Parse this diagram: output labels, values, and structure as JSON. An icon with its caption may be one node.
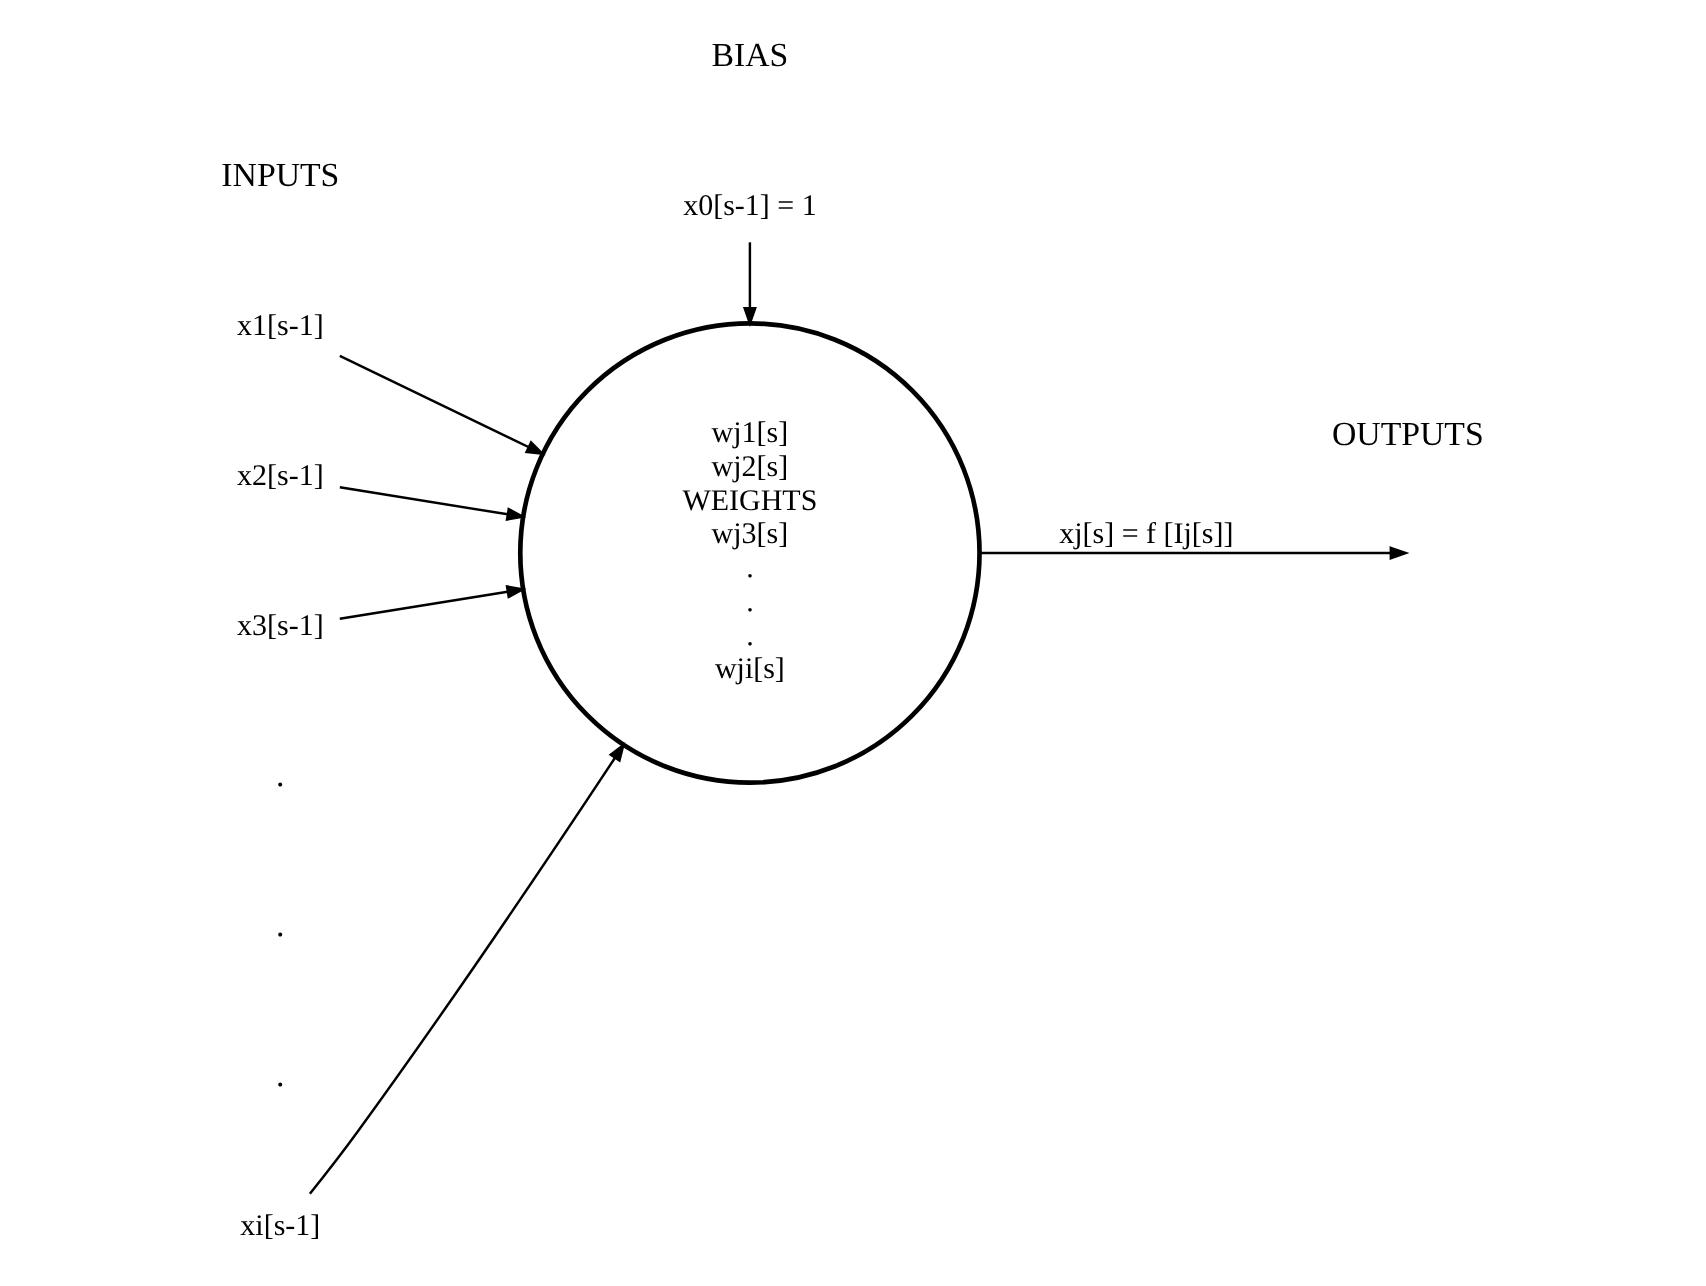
{
  "diagram": {
    "nodes": [
      {
        "text": [
          "x1[s-1]"
        ]
      },
      {
        "text": [
          "x2[s-1]"
        ]
      },
      {
        "text": [
          "x3[s-1]"
        ]
      },
      {
        "text": [
          "xi[s-1]"
        ]
      },
      {
        "text": [
          "x0[s-1] = 1"
        ]
      },
      {
        "text": [
          "wj1[s]",
          "wj2[s]",
          "WEIGHTS",
          "wj3[s]",
          ".",
          ".",
          ".",
          "wji[s]"
        ]
      }
    ],
    "edges": [
      {
        "from": 0,
        "to": 5,
        "arrow": "to"
      },
      {
        "from": 1,
        "to": 5,
        "arrow": "to"
      },
      {
        "from": 2,
        "to": 5,
        "arrow": "to"
      },
      {
        "from": 3,
        "to": 5,
        "arrow": "to"
      },
      {
        "from": 4,
        "to": 5,
        "arrow": "to"
      },
      {
        "from": 5,
        "to": null,
        "arrow": "to",
        "label": "xj[s] = f [Ij[s]]"
      }
    ],
    "labels": [
      "INPUTS",
      "BIAS",
      "OUTPUTS",
      ".",
      ".",
      "."
    ]
  }
}
